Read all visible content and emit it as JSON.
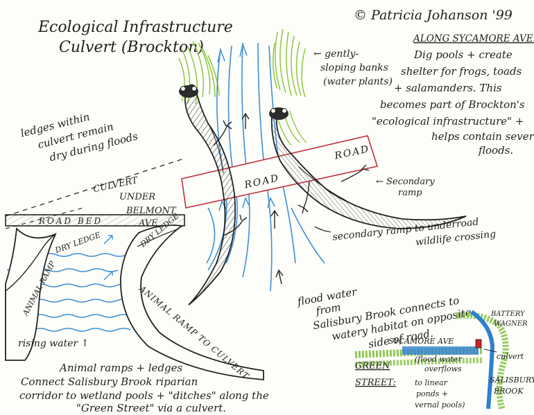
{
  "title": {
    "line1": "Ecological Infrastructure",
    "line2": "Culvert (Brockton)"
  },
  "copyright": "© Patricia Johanson '99",
  "along": {
    "heading": "ALONG SYCAMORE AVE:",
    "lines": [
      "Dig pools + create",
      "shelter for frogs, toads",
      "+ salamanders. This",
      "becomes part of Brockton's",
      "\"ecological infrastructure\" +",
      "helps contain severe",
      "floods."
    ]
  },
  "banks_note": [
    "← gently-",
    "sloping banks",
    "(water plants)"
  ],
  "ledges_note": [
    "ledges within",
    "culvert remain",
    "dry during floods"
  ],
  "culvert_label": [
    "CULVERT",
    "UNDER",
    "BELMONT",
    "AVE"
  ],
  "road_bed": "ROAD BED",
  "dry_ledge_left": "DRY LEDGE",
  "dry_ledge_right": "DRY LEDGE",
  "animal_ramp_left": "ANIMAL RAMP",
  "animal_ramp_right": "ANIMAL RAMP TO CULVERT",
  "rising_water": "rising water ↑",
  "bottom_note": [
    "Animal ramps + ledges",
    "Connect Salisbury Brook riparian",
    "corridor to wetland pools + \"ditches\" along the",
    "\"Green Street\" via a culvert."
  ],
  "road_left": "ROAD",
  "road_right": "ROAD",
  "secondary_ramp": [
    "← Secondary",
    "ramp"
  ],
  "secondary_ramp_note": [
    "secondary ramp to underroad",
    "wildlife crossing"
  ],
  "flood_water": [
    "flood water",
    "from",
    "Salisbury Brook connects to",
    "watery habitat on opposite",
    "side of road."
  ],
  "map": {
    "battery": [
      "BATTERY",
      "WAGNER"
    ],
    "sycamore": "SYCAMORE AVE",
    "culvert": "culvert",
    "green": "GREEN",
    "street": "STREET:",
    "flood": [
      "(flood water",
      "overflows",
      "to linear",
      "ponds +",
      "vernal pools)"
    ],
    "brook": [
      "SALISBURY",
      "BROOK"
    ]
  },
  "colors": {
    "water": "#3d8fd6",
    "grass": "#8cc63f",
    "road": "#c0303a",
    "ink": "#1c1c1c",
    "map_green": "#7cbf3a",
    "map_blue": "#2f7fd0",
    "marker_red": "#cc2222"
  }
}
